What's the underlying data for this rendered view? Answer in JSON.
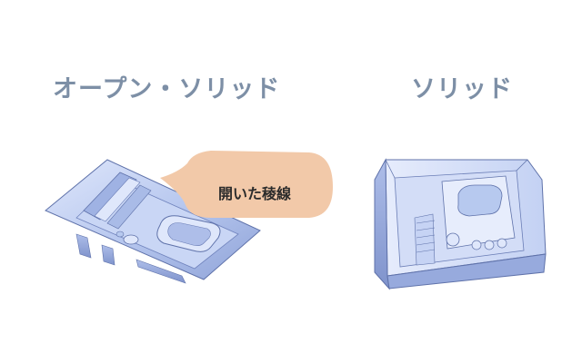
{
  "labels": {
    "open_solid": "オープン・ソリッド",
    "solid": "ソリッド",
    "callout": "開いた稜線"
  },
  "colors": {
    "title": "#7d8fa6",
    "callout_fill": "#f2c9a9",
    "part_blue": "#b7c9ef",
    "part_dark": "#6d7fb8"
  }
}
